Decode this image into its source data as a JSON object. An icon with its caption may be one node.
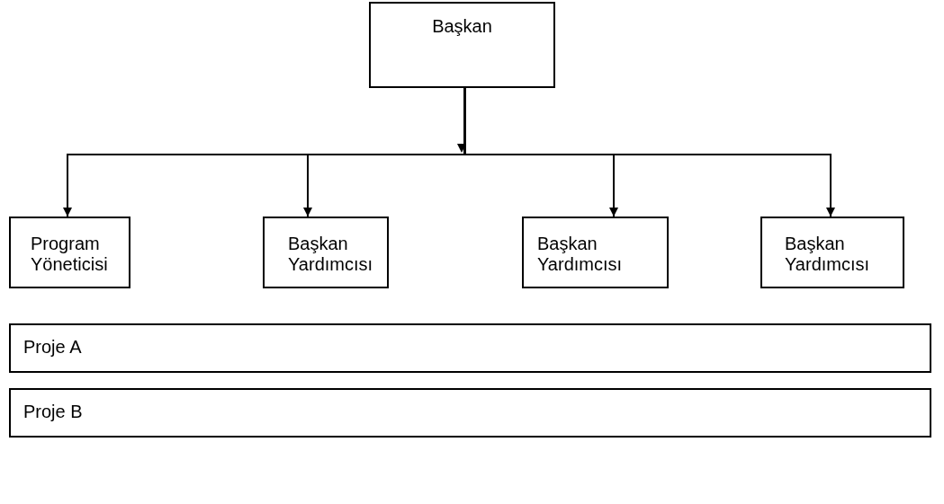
{
  "diagram": {
    "nodes": [
      {
        "text": [
          "Başkan"
        ]
      },
      {
        "text": [
          "Program Yöneticisi"
        ]
      },
      {
        "text": [
          "Başkan Yardımcısı"
        ]
      },
      {
        "text": [
          "Başkan Yardımcısı"
        ]
      },
      {
        "text": [
          "Başkan Yardımcısı"
        ]
      },
      {
        "text": [
          "Proje A"
        ]
      },
      {
        "text": [
          "Proje B"
        ]
      }
    ],
    "edges": [
      {
        "from": 0,
        "to": 1,
        "arrow": "to"
      },
      {
        "from": 0,
        "to": 2,
        "arrow": "to"
      },
      {
        "from": 0,
        "to": 3,
        "arrow": "to"
      },
      {
        "from": 0,
        "to": 4,
        "arrow": "to"
      }
    ]
  }
}
